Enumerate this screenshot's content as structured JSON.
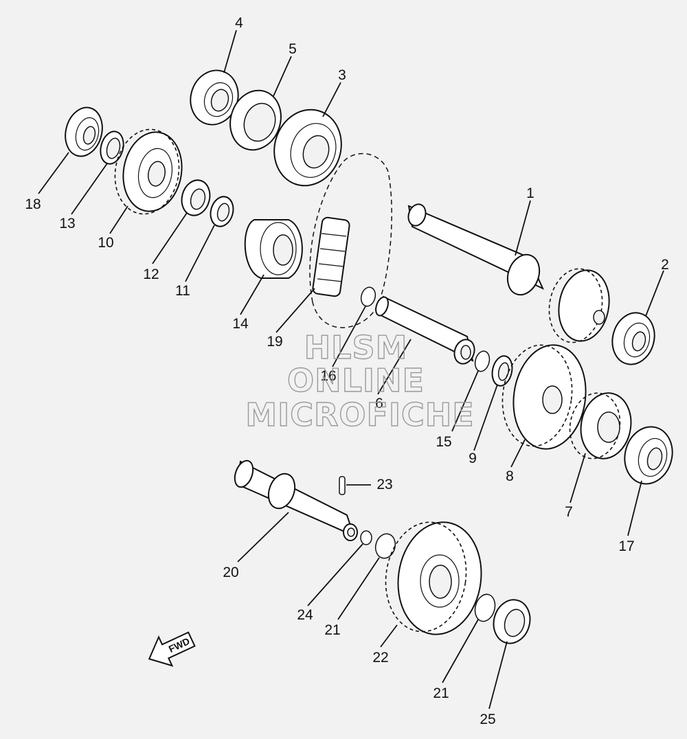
{
  "watermark": {
    "line1": "HLSM",
    "line2": "ONLINE",
    "line3": "MICROFICHE"
  },
  "direction_arrow": {
    "label": "FWD",
    "icon": "fwd-arrow-icon"
  },
  "callouts": {
    "p1": "1",
    "p2": "2",
    "p3": "3",
    "p4": "4",
    "p5": "5",
    "p6": "6",
    "p7": "7",
    "p8": "8",
    "p9": "9",
    "p10": "10",
    "p11": "11",
    "p12": "12",
    "p13": "13",
    "p14": "14",
    "p15": "15",
    "p16": "16",
    "p17": "17",
    "p18": "18",
    "p19": "19",
    "p20": "20",
    "p21a": "21",
    "p21b": "21",
    "p22": "22",
    "p23": "23",
    "p24": "24",
    "p25": "25"
  }
}
